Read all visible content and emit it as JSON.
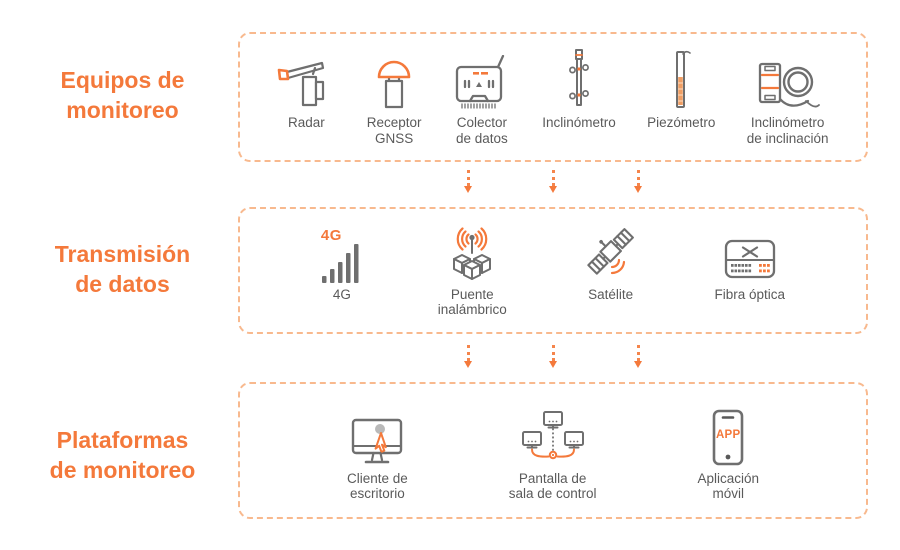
{
  "colors": {
    "accent": "#F4793B",
    "box_border": "#F8B98E",
    "icon_gray": "#6F6F6F",
    "label_gray": "#5A5A5A",
    "background": "#FFFFFF"
  },
  "rows": [
    {
      "heading": "Equipos de\nmonitoreo",
      "items": [
        {
          "icon": "radar-icon",
          "label": "Radar"
        },
        {
          "icon": "gnss-receiver-icon",
          "label": "Receptor\nGNSS"
        },
        {
          "icon": "data-collector-icon",
          "label": "Colector\nde datos"
        },
        {
          "icon": "inclinometer-icon",
          "label": "Inclinómetro"
        },
        {
          "icon": "piezometer-icon",
          "label": "Piezómetro"
        },
        {
          "icon": "cable-inclinometer-icon",
          "label": "Inclinómetro\nde inclinación"
        }
      ]
    },
    {
      "heading": "Transmisión\nde datos",
      "items": [
        {
          "icon": "4g-signal-icon",
          "label": "4G",
          "badge": "4G"
        },
        {
          "icon": "wireless-bridge-icon",
          "label": "Puente\ninalámbrico"
        },
        {
          "icon": "satellite-icon",
          "label": "Satélite"
        },
        {
          "icon": "fiber-optic-icon",
          "label": "Fibra óptica"
        }
      ]
    },
    {
      "heading": "Plataformas\nde monitoreo",
      "items": [
        {
          "icon": "desktop-client-icon",
          "label": "Cliente de\nescritorio"
        },
        {
          "icon": "control-room-screens-icon",
          "label": "Pantalla de\nsala de control"
        },
        {
          "icon": "mobile-app-icon",
          "label": "Aplicación\nmóvil",
          "badge": "APP"
        }
      ]
    }
  ]
}
